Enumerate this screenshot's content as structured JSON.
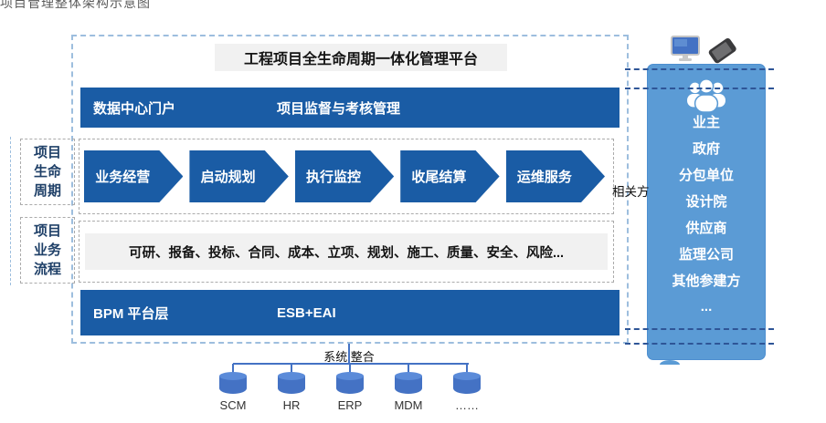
{
  "page_title_clipped": "项目管理整体架构示意图",
  "platform": {
    "title": "工程项目全生命周期一体化管理平台"
  },
  "portal_bar": {
    "left": "数据中心门户",
    "mid": "项目监督与考核管理"
  },
  "left_labels": {
    "lifecycle": [
      "项目",
      "生命",
      "周期"
    ],
    "process": [
      "项目",
      "业务",
      "流程"
    ]
  },
  "lifecycle": {
    "stages": [
      "业务经营",
      "启动规划",
      "执行监控",
      "收尾结算",
      "运维服务"
    ]
  },
  "process": {
    "text": "可研、报备、投标、合同、成本、立项、规划、施工、质量、安全、风险..."
  },
  "bpm_bar": {
    "left": "BPM  平台层",
    "mid": "ESB+EAI"
  },
  "integration": {
    "label": "系统 整合",
    "systems": [
      "SCM",
      "HR",
      "ERP",
      "MDM",
      "……"
    ]
  },
  "stakeholders": {
    "side_label": "相关方",
    "items": [
      "业主",
      "政府",
      "分包单位",
      "设计院",
      "供应商",
      "监理公司",
      "其他参建方",
      "..."
    ]
  },
  "icons": {
    "devices": [
      "desktop-monitor-icon",
      "smartphone-icon"
    ],
    "stakeholder_icon": "people-group-icon",
    "system_icon": "database-cylinder-icon"
  },
  "colors": {
    "primary": "#1A5CA5",
    "panel": "#5B9BD5",
    "cylinder": "#4472C4",
    "bar_bg": "#F1F1F1",
    "dash_dark": "#2E5597"
  }
}
